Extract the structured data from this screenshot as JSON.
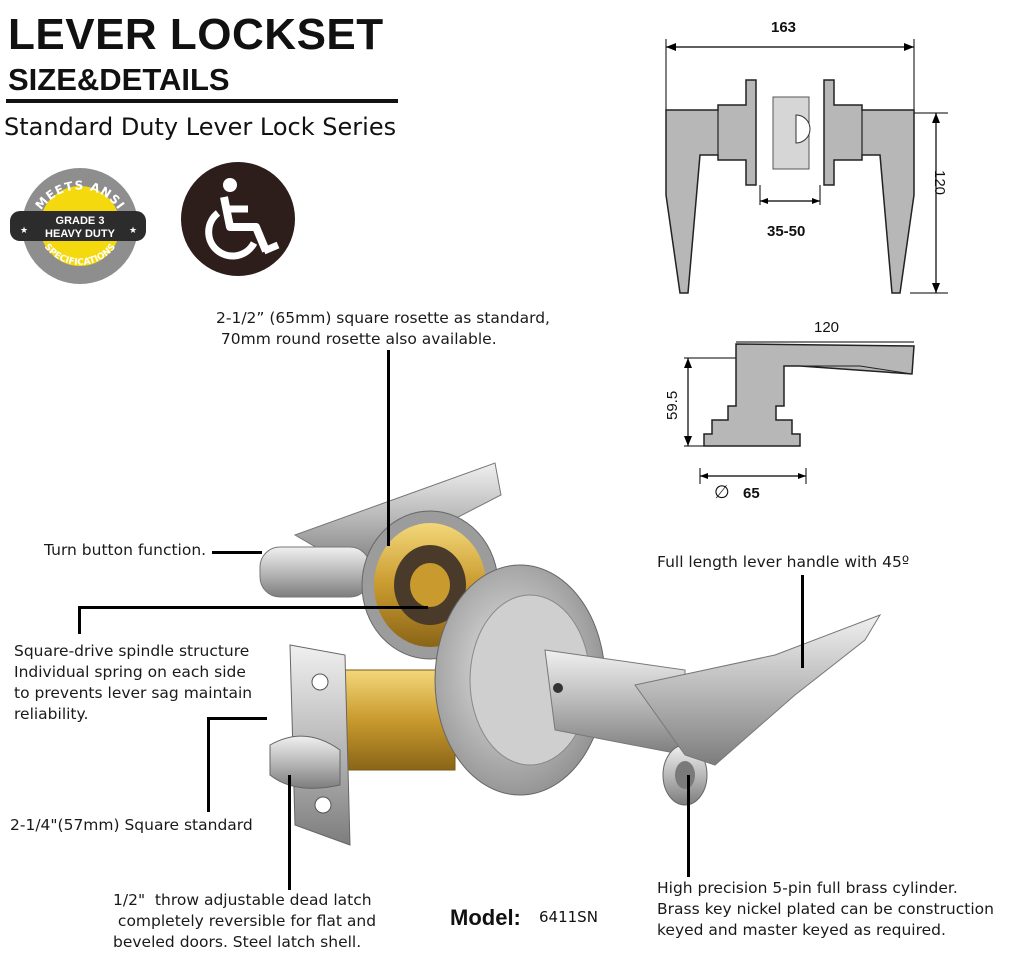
{
  "header": {
    "title": "LEVER LOCKSET",
    "subtitle": "SIZE&DETAILS",
    "series": "Standard Duty Lever Lock Series"
  },
  "badges": {
    "ansi_top": "MEETS ANSI",
    "ansi_grade": "GRADE 3",
    "ansi_duty": "HEAVY DUTY",
    "ansi_bottom": "SPECIFICATIONS",
    "ansi_color": "#f5d90f",
    "ada_icon": "wheelchair-icon"
  },
  "dimensions": {
    "front_width": "163",
    "front_height": "120",
    "door_range": "35-50",
    "side_length": "120",
    "side_height": "59.5",
    "rosette_dia_symbol": "∅",
    "rosette_dia": "65"
  },
  "callouts": {
    "rosette": "2-1/2” (65mm) square rosette as standard,\n 70mm round rosette also available.",
    "turn_button": "Turn button function.",
    "spindle": "Square-drive spindle structure\nIndividual spring on each side\nto prevents lever sag maintain\nreliability.",
    "square_standard": "2-1/4\"(57mm) Square standard",
    "latch": "1/2\"  throw adjustable dead latch\n completely reversible for flat and\nbeveled doors. Steel latch shell.",
    "lever_handle": "Full length lever handle with 45º",
    "cylinder": "High precision 5-pin full brass cylinder.\nBrass key nickel plated can be construction\nkeyed and master keyed as required."
  },
  "model": {
    "label": "Model:",
    "value": "6411SN"
  }
}
